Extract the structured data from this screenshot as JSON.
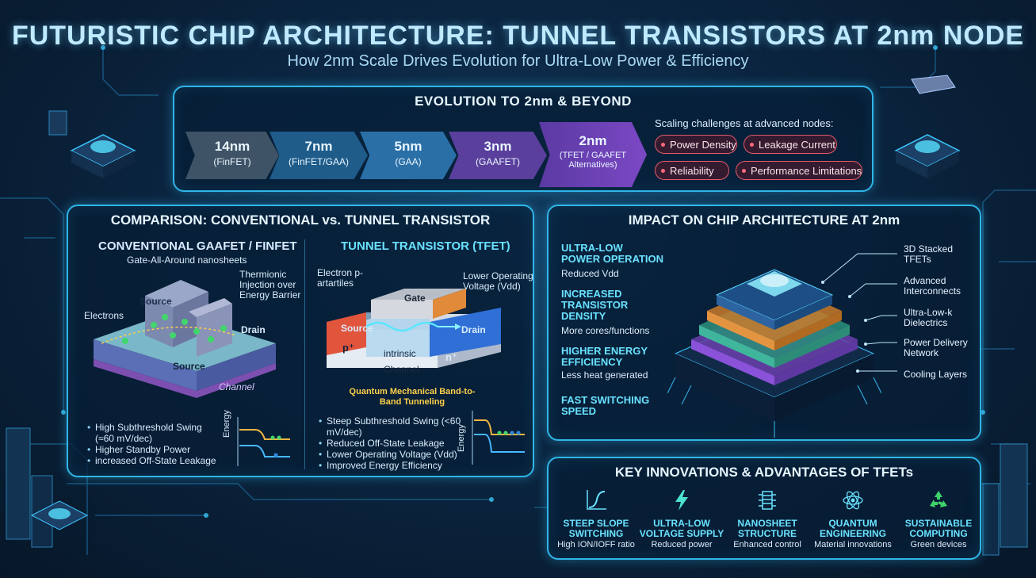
{
  "header": {
    "title": "FUTURISTIC CHIP ARCHITECTURE: TUNNEL TRANSISTORS AT 2nm NODE",
    "subtitle": "How 2nm Scale Drives Evolution for Ultra-Low Power & Efficiency"
  },
  "evolution": {
    "title": "EVOLUTION TO 2nm & BEYOND",
    "nodes": [
      {
        "node": "14nm",
        "type": "(FinFET)"
      },
      {
        "node": "7nm",
        "type": "(FinFET/GAA)"
      },
      {
        "node": "5nm",
        "type": "(GAA)"
      },
      {
        "node": "3nm",
        "type": "(GAAFET)"
      },
      {
        "node": "2nm",
        "type": "(TFET / GAAFET Alternatives)"
      }
    ],
    "challenges_title": "Scaling challenges at advanced nodes:",
    "challenges": [
      "Power Density",
      "Leakage Current",
      "Reliability",
      "Performance Limitations"
    ]
  },
  "comparison": {
    "title": "COMPARISON: CONVENTIONAL vs. TUNNEL TRANSISTOR",
    "conventional": {
      "title": "CONVENTIONAL GAAFET / FINFET",
      "subtitle": "Gate-All-Around nanosheets",
      "labels": {
        "thermionic": "Thermionic Injection over Energy Barrier",
        "electrons": "Electrons",
        "source_top": "Source",
        "drain": "Drain",
        "source": "Source",
        "channel": "Channel",
        "energy": "Energy"
      },
      "bullets": [
        "High Subthreshold Swing (≈60 mV/dec)",
        "Higher Standby Power",
        "increased Off-State Leakage"
      ]
    },
    "tunnel": {
      "title": "TUNNEL TRANSISTOR (TFET)",
      "labels": {
        "electron": "Electron p-artartiles",
        "voltage": "Lower Operating Voltage (Vdd)",
        "gate": "Gate",
        "source": "Source",
        "drain": "Drain",
        "p_plus": "p⁺",
        "n_plus": "n⁺",
        "intrinsic": "intrinsic",
        "channel": "Channel",
        "mechanism": "Quantum Mechanical Band-to-Band Tunneling",
        "energy": "Energy"
      },
      "bullets": [
        "Steep Subthreshold Swing (<60 mV/dec)",
        "Reduced Off-State Leakage",
        "Lower Operating Voltage (Vdd)",
        "Improved Energy Efficiency"
      ]
    }
  },
  "impact": {
    "title": "IMPACT ON CHIP ARCHITECTURE AT 2nm",
    "benefits": [
      {
        "title": "ULTRA-LOW POWER OPERATION",
        "desc": "Reduced Vdd"
      },
      {
        "title": "INCREASED TRANSISTOR DENSITY",
        "desc": "More cores/functions"
      },
      {
        "title": "HIGHER ENERGY EFFICIENCY",
        "desc": "Less heat generated"
      },
      {
        "title": "FAST SWITCHING SPEED",
        "desc": ""
      }
    ],
    "layers": [
      "3D Stacked TFETs",
      "Advanced Interconnects",
      "Ultra-Low-k Dielectrics",
      "Power Delivery Network",
      "Cooling Layers"
    ]
  },
  "innovations": {
    "title": "KEY INNOVATIONS & ADVANTAGES OF TFETs",
    "items": [
      {
        "icon": "steep-slope-curve-icon",
        "title": "STEEP SLOPE SWITCHING",
        "desc": "High ION/IOFF ratio"
      },
      {
        "icon": "lightning-bolt-icon",
        "title": "ULTRA-LOW VOLTAGE SUPPLY",
        "desc": "Reduced power"
      },
      {
        "icon": "nanosheet-chip-icon",
        "title": "NANOSHEET STRUCTURE",
        "desc": "Enhanced control"
      },
      {
        "icon": "atom-icon",
        "title": "QUANTUM ENGINEERING",
        "desc": "Material innovations"
      },
      {
        "icon": "recycle-icon",
        "title": "SUSTAINABLE COMPUTING",
        "desc": "Green devices"
      }
    ]
  },
  "colors": {
    "accent": "#2fb6e8",
    "benefit_title": "#69e2ff",
    "challenge_border": "#e35a6b",
    "node_14": "#3e5366",
    "node_7": "#1f5c8a",
    "node_5": "#2a6fa6",
    "node_3": "#5a3f9c",
    "node_2": "#6d3fb0"
  }
}
